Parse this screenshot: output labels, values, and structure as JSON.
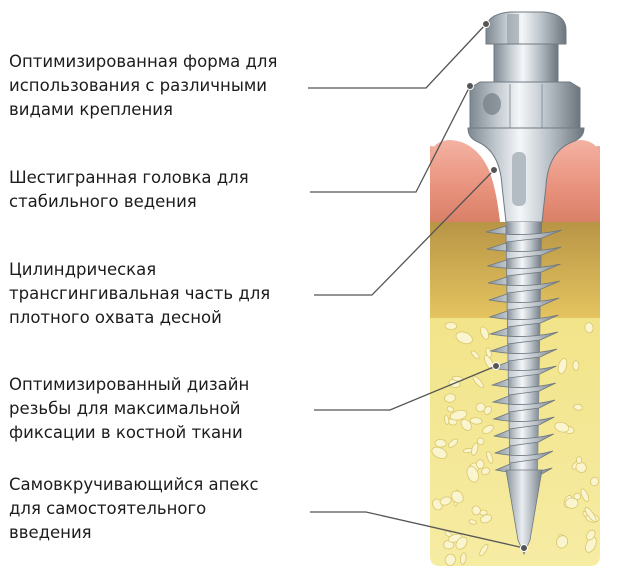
{
  "labels": [
    {
      "lines": [
        "Оптимизированная форма для",
        "использования с различными",
        "видами крепления"
      ]
    },
    {
      "lines": [
        "Шестигранная головка для",
        "стабильного ведения"
      ]
    },
    {
      "lines": [
        "Цилиндрическая",
        "трансгингивальная часть для",
        "плотного охвата десной"
      ]
    },
    {
      "lines": [
        "Оптимизированный дизайн",
        "резьбы для максимальной",
        "фиксации в костной ткани"
      ]
    },
    {
      "lines": [
        "Самовкручивающийся апекс",
        "для самостоятельного",
        "введения"
      ]
    }
  ],
  "colors": {
    "gum": "#e8917c",
    "cortical_bone": "#d2ae55",
    "cancellous_bone": "#f3e88e",
    "implant_metal": "#cfd6dc",
    "leader_line": "#555555"
  }
}
